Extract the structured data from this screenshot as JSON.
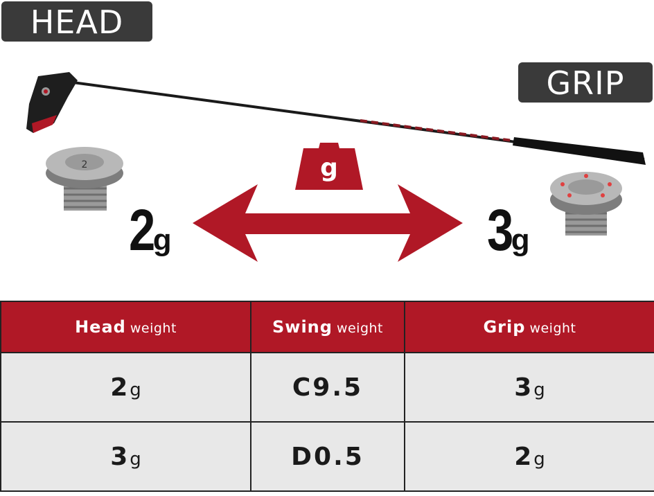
{
  "tags": {
    "head": "HEAD",
    "grip": "GRIP"
  },
  "badge": {
    "symbol": "g"
  },
  "weights": {
    "left": {
      "value": "2",
      "unit": "g"
    },
    "right": {
      "value": "3",
      "unit": "g"
    }
  },
  "table": {
    "headers": [
      {
        "main": "Head",
        "sub": "weight"
      },
      {
        "main": "Swing",
        "sub": "weight"
      },
      {
        "main": "Grip",
        "sub": "weight"
      }
    ],
    "rows": [
      {
        "head": {
          "value": "2",
          "unit": "g"
        },
        "swing": "C9.5",
        "grip": {
          "value": "3",
          "unit": "g"
        }
      },
      {
        "head": {
          "value": "3",
          "unit": "g"
        },
        "swing": "D0.5",
        "grip": {
          "value": "2",
          "unit": "g"
        }
      }
    ]
  },
  "colors": {
    "accent": "#b01826",
    "tag_bg": "#3a3a3a",
    "cell_bg": "#e8e8e8"
  },
  "icons": [
    "golf-club-icon",
    "weight-screw-icon",
    "double-arrow-icon",
    "weight-badge-icon"
  ]
}
